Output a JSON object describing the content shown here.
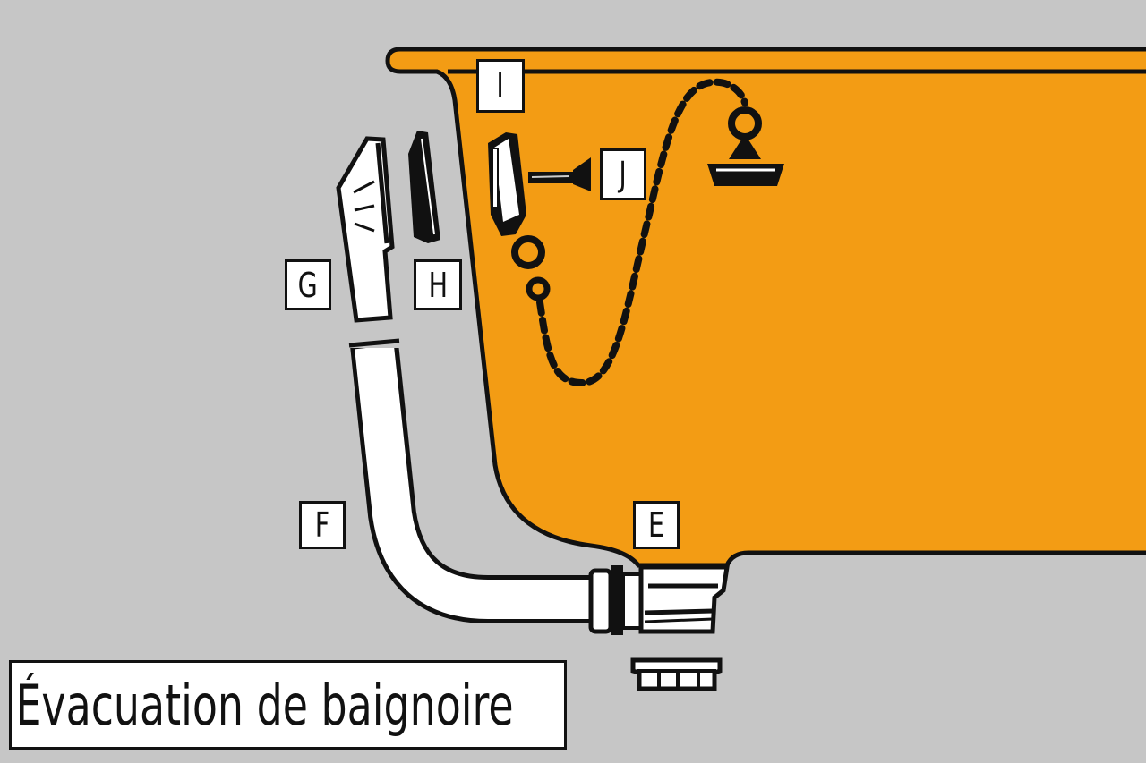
{
  "title": "Évacuation de baignoire",
  "labels": {
    "E": "E",
    "F": "F",
    "G": "G",
    "H": "H",
    "I": "I",
    "J": "J"
  },
  "colors": {
    "background": "#c6c6c6",
    "tub": "#f39c14",
    "outline": "#111111",
    "part": "#ffffff"
  }
}
